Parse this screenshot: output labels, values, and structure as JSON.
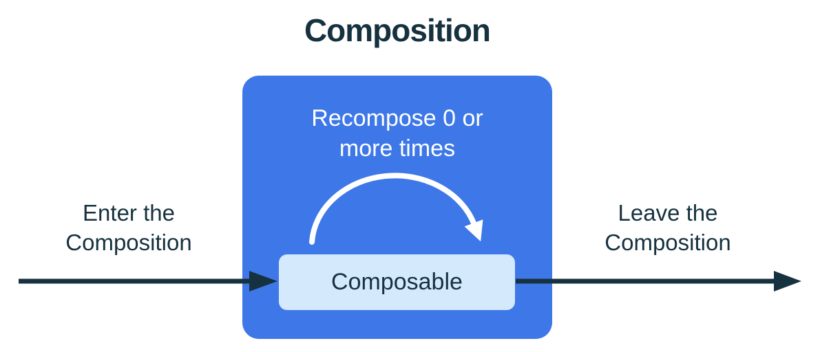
{
  "title": "Composition",
  "composition_box": {
    "recompose_label": "Recompose 0 or more times",
    "composable_label": "Composable"
  },
  "flow": {
    "enter_label": "Enter the Composition",
    "leave_label": "Leave the Composition"
  },
  "icons": {
    "recompose_arrow": "curved-arc-arrow",
    "enter_arrow": "right-arrow",
    "leave_arrow": "right-arrow"
  },
  "colors": {
    "container_blue": "#3E78E8",
    "composable_light_blue": "#D5E9FC",
    "text_navy": "#16313F",
    "arc_white": "#FFFFFF",
    "canvas_white": "#FFFFFF"
  }
}
